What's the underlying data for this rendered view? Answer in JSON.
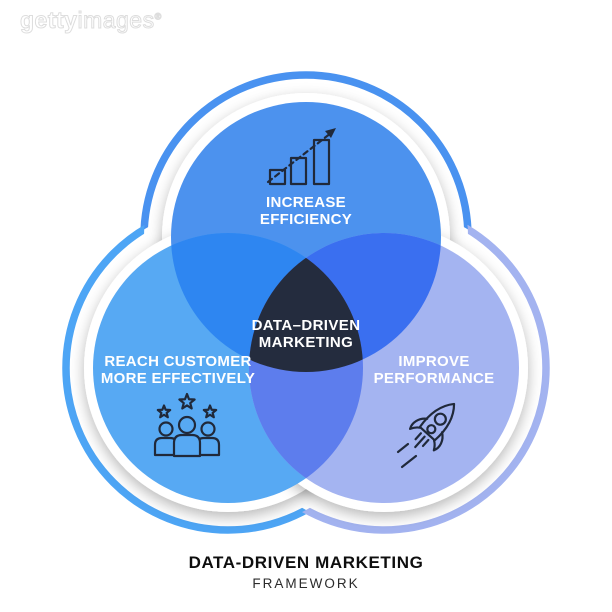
{
  "watermark": {
    "brand_bold": "getty",
    "brand_light": "images",
    "registered": "®"
  },
  "diagram": {
    "top_circle": {
      "label_line1": "INCREASE",
      "label_line2": "EFFICIENCY",
      "fill": "#4c92ee",
      "outline": "#4992f0",
      "icon": "growth-chart-icon"
    },
    "left_circle": {
      "label_line1": "REACH CUSTOMER",
      "label_line2": "MORE EFFECTIVELY",
      "fill": "#57a9f3",
      "outline": "#4da5f5",
      "icon": "customers-rating-icon"
    },
    "right_circle": {
      "label_line1": "IMPROVE",
      "label_line2": "PERFORMANCE",
      "fill": "#a4b4f1",
      "outline": "#a3b3f0",
      "icon": "rocket-icon"
    },
    "overlaps": {
      "top_left": "#2e86f1",
      "top_right": "#3a6ff0",
      "left_right": "#5d7ded",
      "center_fill": "#242c3e"
    },
    "center_label_line1": "DATA–DRIVEN",
    "center_label_line2": "MARKETING",
    "icon_stroke": "#20293a",
    "rim_color": "#ffffff"
  },
  "footer": {
    "title": "DATA-DRIVEN MARKETING",
    "subtitle": "FRAMEWORK"
  }
}
